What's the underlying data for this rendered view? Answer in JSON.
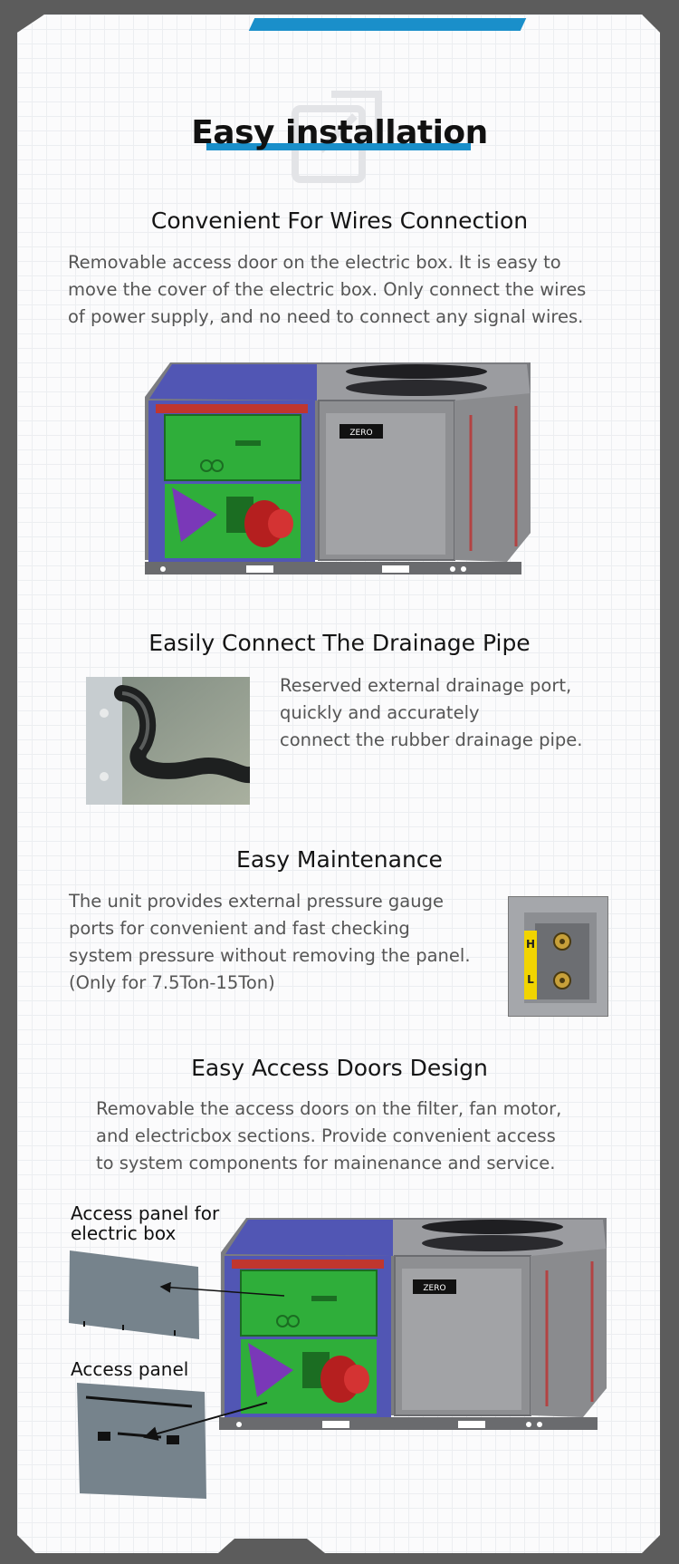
{
  "page": {
    "title": "Easy installation",
    "sections": [
      {
        "heading": "Convenient For Wires Connection",
        "lines": [
          "Removable access door on the electric box. It is easy to",
          "move the cover of the electric box. Only connect the wires",
          "of power supply, and no need to connect any signal wires."
        ]
      },
      {
        "heading": "Easily Connect The Drainage Pipe",
        "lines": [
          "Reserved external drainage port,",
          "quickly and accurately",
          "connect the rubber drainage pipe."
        ]
      },
      {
        "heading": "Easy Maintenance",
        "lines": [
          "The unit provides external pressure gauge",
          "ports for convenient and fast checking",
          "system pressure without removing the panel.",
          "(Only for 7.5Ton-15Ton)"
        ],
        "gauge_labels": [
          "H",
          "L"
        ]
      },
      {
        "heading": "Easy Access Doors Design",
        "lines": [
          "Removable the access doors on the filter, fan motor,",
          "and electricbox sections. Provide convenient access",
          "to system components for mainenance and service."
        ],
        "panel_label_1": [
          "Access panel for",
          "electric box"
        ],
        "panel_label_2": "Access panel"
      }
    ],
    "brand_logo": "ZERO"
  },
  "colors": {
    "accent": "#1a8fca",
    "frame": "#5c5c5c",
    "unit_blue": "#4e54b6",
    "unit_green": "#2fae3a",
    "unit_gray": "#8e8f92",
    "panel_gray": "#76838c"
  }
}
